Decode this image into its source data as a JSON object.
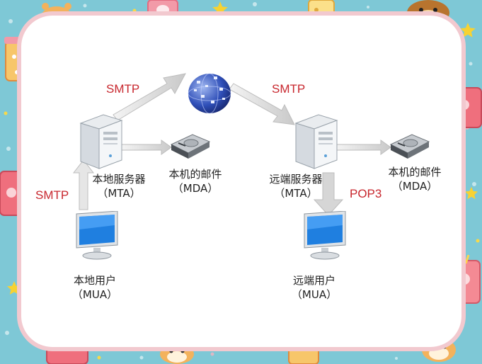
{
  "diagram": {
    "protocols": {
      "smtp_upper_left": "SMTP",
      "smtp_upper_right": "SMTP",
      "smtp_left": "SMTP",
      "pop3": "POP3"
    },
    "local_server": {
      "line1": "本地服务器",
      "line2": "（MTA）"
    },
    "remote_server": {
      "line1": "远端服务器",
      "line2": "（MTA）"
    },
    "local_mda": {
      "line1": "本机的邮件",
      "line2": "（MDA）"
    },
    "remote_mda": {
      "line1": "本机的邮件",
      "line2": "（MDA）"
    },
    "local_user": {
      "line1": "本地用户",
      "line2": "（MUA）"
    },
    "remote_user": {
      "line1": "远端用户",
      "line2": "（MUA）"
    }
  },
  "colors": {
    "frame_bg": "#7ec8d6",
    "card_bg": "#ffffff",
    "protocol_text": "#c8272e",
    "arrow_gray": "#d4d4d4"
  },
  "icons": [
    "server-icon",
    "hard-disk-icon",
    "globe-icon",
    "monitor-icon",
    "star-icon",
    "cup-icon",
    "hamster-icon"
  ]
}
